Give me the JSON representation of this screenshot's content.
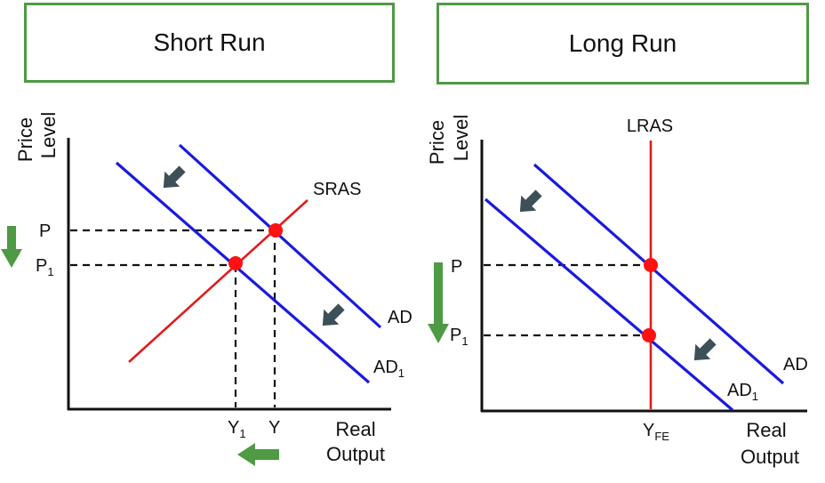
{
  "colors": {
    "panel_border": "#4e9a45",
    "ad_curve": "#1a1adf",
    "supply_curve": "#e11b1b",
    "equilibrium": "#ff1111",
    "shift_arrow": "#3d4f57",
    "change_arrow": "#4e9a45"
  },
  "short_run": {
    "title": "Short Run",
    "y_axis_label_1": "Price",
    "y_axis_label_2": "Level",
    "x_axis_label_1": "Real",
    "x_axis_label_2": "Output",
    "curve_sras": "SRAS",
    "curve_ad": "AD",
    "curve_ad1": "AD",
    "curve_ad1_sub": "1",
    "price_p": "P",
    "price_p1": "P",
    "price_p1_sub": "1",
    "output_y": "Y",
    "output_y1": "Y",
    "output_y1_sub": "1"
  },
  "long_run": {
    "title": "Long Run",
    "y_axis_label_1": "Price",
    "y_axis_label_2": "Level",
    "x_axis_label_1": "Real",
    "x_axis_label_2": "Output",
    "curve_lras": "LRAS",
    "curve_ad": "AD",
    "curve_ad1": "AD",
    "curve_ad1_sub": "1",
    "price_p": "P",
    "price_p1": "P",
    "price_p1_sub": "1",
    "output_yfe": "Y",
    "output_yfe_sub": "FE"
  },
  "icons": {
    "shift_arrow": "arrow-down-left-icon",
    "price_change_arrow": "arrow-down-icon",
    "output_change_arrow": "arrow-left-icon"
  }
}
